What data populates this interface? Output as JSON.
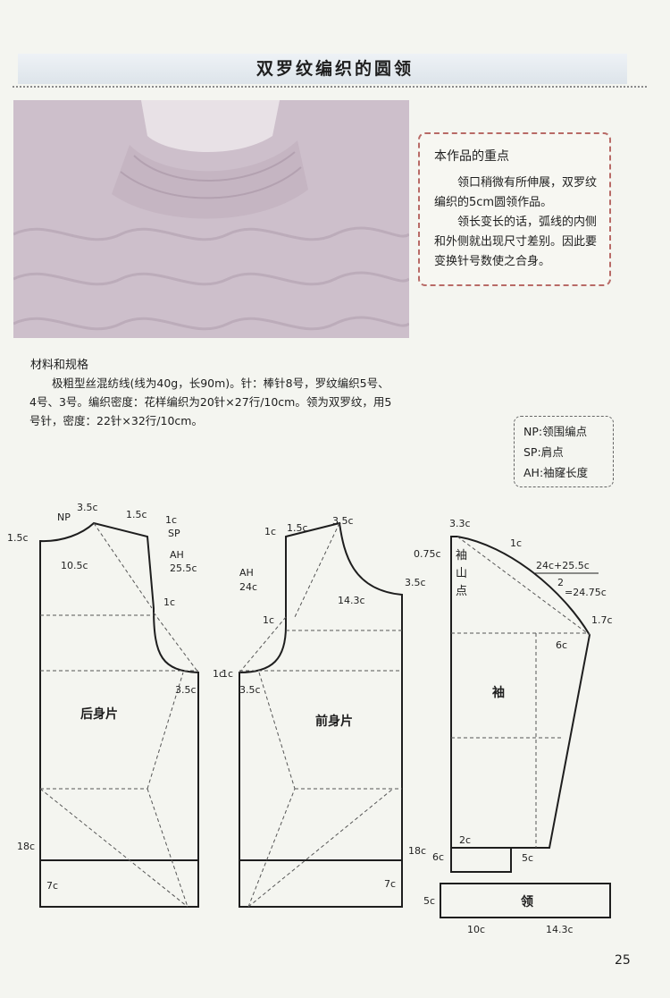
{
  "title": "双罗纹编织的圆领",
  "note": {
    "heading": "本作品的重点",
    "paragraphs": [
      "领口稍微有所伸展，双罗纹编织的5cm圆领作品。",
      "领长变长的话，弧线的内侧和外侧就出现尺寸差别。因此要变换针号数使之合身。"
    ]
  },
  "materials": {
    "heading": "材料和规格",
    "text": "极粗型丝混纺线(线为40g，长90m)。针：棒针8号，罗纹编织5号、4号、3号。编织密度：花样编织为20针×27行/10cm。领为双罗纹，用5号针，密度：22针×32行/10cm。"
  },
  "legend": [
    {
      "abbr": "NP",
      "meaning": "领围编点"
    },
    {
      "abbr": "SP",
      "meaning": "肩点"
    },
    {
      "abbr": "AH",
      "meaning": "袖窿长度"
    }
  ],
  "diagram": {
    "back": {
      "name": "后身片",
      "labels": {
        "np": "NP",
        "neck_width": "3.5c",
        "shoulder_drop": "1.5c",
        "sp_offset": "1c",
        "sp": "SP",
        "neck_depth": "1.5c",
        "side_width": "10.5c",
        "ah": "AH",
        "ah_value": "25.5c",
        "armhole_step": "1c",
        "underarm": "1c",
        "armhole_base": "3.5c",
        "side_length": "18c",
        "rib": "7c"
      }
    },
    "front": {
      "name": "前身片",
      "labels": {
        "sp_offset": "1c",
        "shoulder_drop": "1.5c",
        "neck_width": "3.5c",
        "ah": "AH",
        "ah_value": "24c",
        "neck_curve": "14.3c",
        "neck_depth": "3.5c",
        "armhole_step": "1c",
        "underarm": "1c",
        "armhole_base": "3.5c",
        "side_length": "18c",
        "rib": "7c"
      }
    },
    "sleeve": {
      "name": "袖",
      "cap_label": "袖山点",
      "labels": {
        "top_width": "3.3c",
        "top_offset": "0.75c",
        "cap_step": "1c",
        "formula_numerator": "24c+25.5c",
        "formula_denominator": "2",
        "formula_result": "=24.75c",
        "edge": "1.7c",
        "underarm": "6c",
        "cuff_top": "2c",
        "cuff_height": "6c",
        "cuff_width": "5c"
      }
    },
    "collar": {
      "name": "领",
      "labels": {
        "height": "5c",
        "half_width": "10c",
        "length": "14.3c"
      }
    }
  },
  "page_number": "25"
}
